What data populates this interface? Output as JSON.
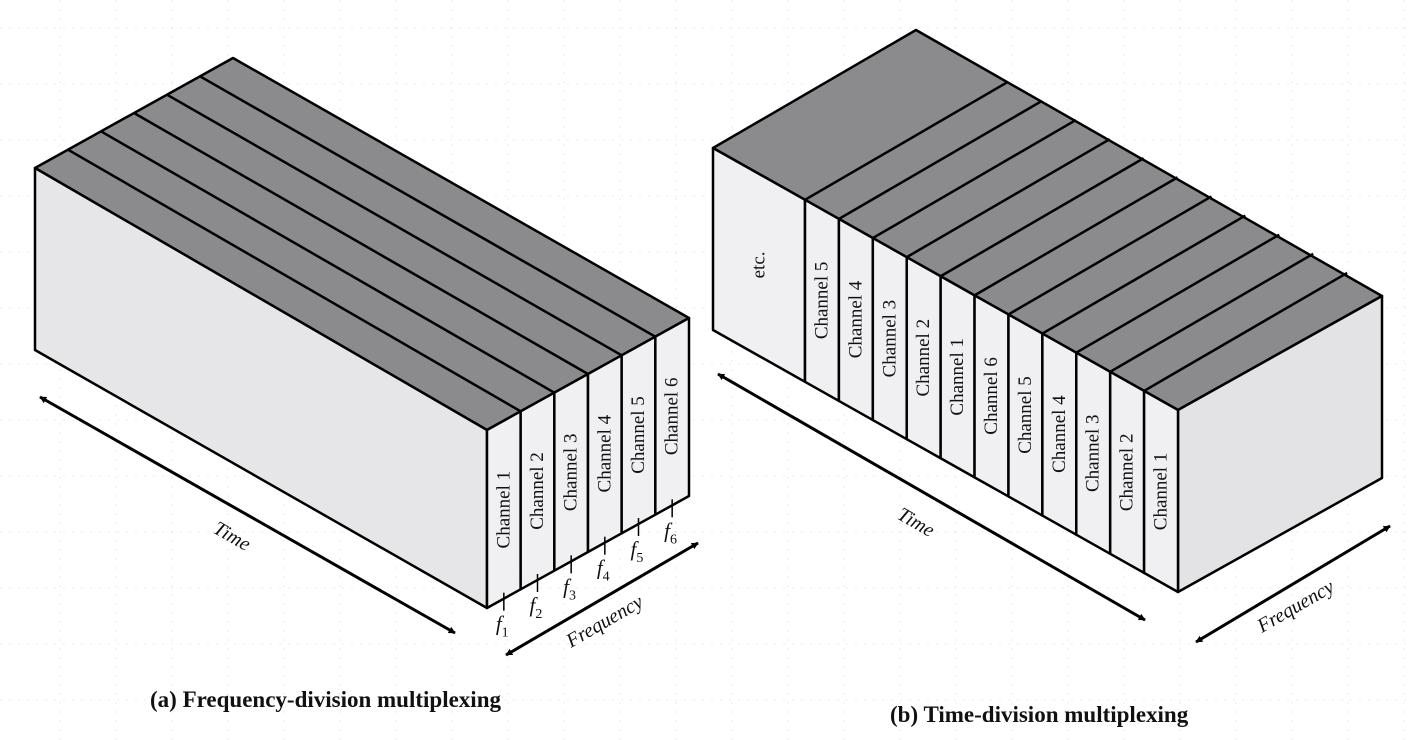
{
  "colors": {
    "top_face": "#8b8a8d",
    "front_face": "#e6e6e8",
    "side_face": "#e3e3e6",
    "channel_face": "#f0f0f2",
    "outline": "#000000",
    "grid": "#9db4d6"
  },
  "fdm": {
    "caption": "(a) Frequency-division multiplexing",
    "channels": [
      "Channel 1",
      "Channel 2",
      "Channel 3",
      "Channel 4",
      "Channel 5",
      "Channel 6"
    ],
    "frequencies": [
      {
        "symbol": "f",
        "sub": "1"
      },
      {
        "symbol": "f",
        "sub": "2"
      },
      {
        "symbol": "f",
        "sub": "3"
      },
      {
        "symbol": "f",
        "sub": "4"
      },
      {
        "symbol": "f",
        "sub": "5"
      },
      {
        "symbol": "f",
        "sub": "6"
      }
    ],
    "time_label": "Time",
    "frequency_label": "Frequency"
  },
  "tdm": {
    "caption": "(b) Time-division multiplexing",
    "channels": [
      "etc.",
      "Channel 5",
      "Channel 4",
      "Channel 3",
      "Channel 2",
      "Channel 1",
      "Channel 6",
      "Channel 5",
      "Channel 4",
      "Channel 3",
      "Channel 2",
      "Channel 1"
    ],
    "time_label": "Time",
    "frequency_label": "Frequency"
  }
}
